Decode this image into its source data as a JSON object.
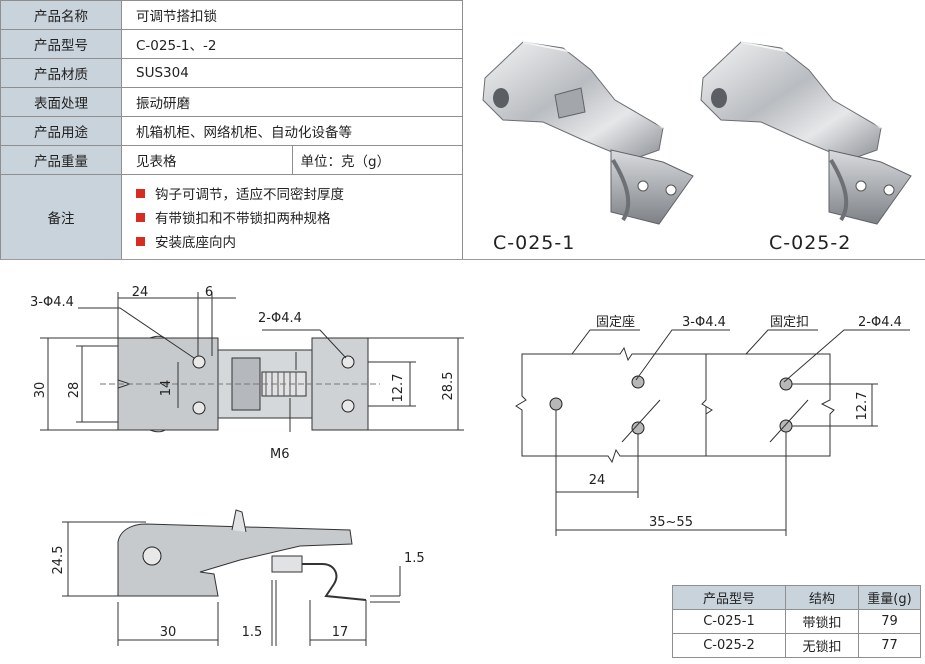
{
  "spec": {
    "rows": [
      {
        "key": "产品名称",
        "value": "可调节搭扣锁"
      },
      {
        "key": "产品型号",
        "value": "C-025-1、-2"
      },
      {
        "key": "产品材质",
        "value": "SUS304"
      },
      {
        "key": "表面处理",
        "value": "振动研磨"
      },
      {
        "key": "产品用途",
        "value": "机箱机柜、网络机柜、自动化设备等"
      },
      {
        "key": "产品重量",
        "value": "见表格",
        "unit": "单位：克（g）"
      }
    ],
    "notes_key": "备注",
    "notes": [
      "钩子可调节，适应不同密封厚度",
      "有带锁扣和不带锁扣两种规格",
      "安装底座向内"
    ]
  },
  "photos": {
    "label_1": "C-025-1",
    "label_2": "C-025-2"
  },
  "top_view": {
    "hole_callout_left": "3-Φ4.4",
    "hole_callout_right": "2-Φ4.4",
    "dim_24": "24",
    "dim_6": "6",
    "dim_30": "30",
    "dim_28": "28",
    "dim_14": "14",
    "dim_12_7": "12.7",
    "dim_28_5": "28.5",
    "thread": "M6"
  },
  "side_view": {
    "dim_24_5": "24.5",
    "dim_30": "30",
    "dim_1_5_bottom": "1.5",
    "dim_17": "17",
    "dim_1_5_right": "1.5"
  },
  "layout_view": {
    "base_label": "固定座",
    "catch_label": "固定扣",
    "base_holes": "3-Φ4.4",
    "catch_holes": "2-Φ4.4",
    "dim_24": "24",
    "dim_35_55": "35~55",
    "dim_12_7": "12.7"
  },
  "weight_table": {
    "headers": [
      "产品型号",
      "结构",
      "重量(g)"
    ],
    "rows": [
      [
        "C-025-1",
        "带锁扣",
        "79"
      ],
      [
        "C-025-2",
        "无锁扣",
        "77"
      ]
    ]
  }
}
